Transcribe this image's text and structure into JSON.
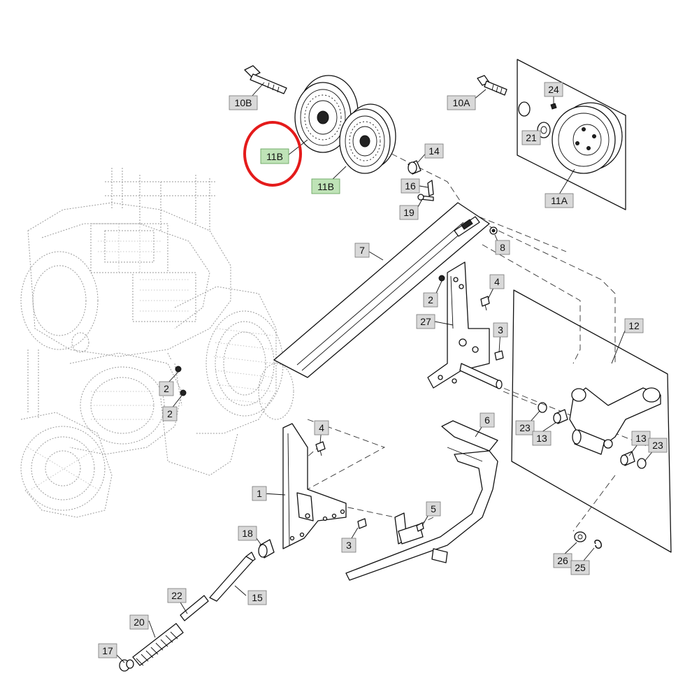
{
  "diagram": {
    "highlight_color": "#e41b1b",
    "label_fill": "#d9d9d9",
    "highlight_label_fill": "#bfe3b7",
    "callouts": [
      {
        "id": "10B",
        "text": "10B"
      },
      {
        "id": "11B-a",
        "text": "11B",
        "highlighted": true
      },
      {
        "id": "11B-b",
        "text": "11B",
        "highlighted": true
      },
      {
        "id": "10A",
        "text": "10A"
      },
      {
        "id": "24",
        "text": "24"
      },
      {
        "id": "21",
        "text": "21"
      },
      {
        "id": "11A",
        "text": "11A"
      },
      {
        "id": "14",
        "text": "14"
      },
      {
        "id": "16",
        "text": "16"
      },
      {
        "id": "19",
        "text": "19"
      },
      {
        "id": "7",
        "text": "7"
      },
      {
        "id": "8",
        "text": "8"
      },
      {
        "id": "4-a",
        "text": "4"
      },
      {
        "id": "2-a",
        "text": "2"
      },
      {
        "id": "27",
        "text": "27"
      },
      {
        "id": "3-a",
        "text": "3"
      },
      {
        "id": "12",
        "text": "12"
      },
      {
        "id": "2-b",
        "text": "2"
      },
      {
        "id": "2-c",
        "text": "2"
      },
      {
        "id": "4-b",
        "text": "4"
      },
      {
        "id": "6",
        "text": "6"
      },
      {
        "id": "23-a",
        "text": "23"
      },
      {
        "id": "13-a",
        "text": "13"
      },
      {
        "id": "13-b",
        "text": "13"
      },
      {
        "id": "23-b",
        "text": "23"
      },
      {
        "id": "1",
        "text": "1"
      },
      {
        "id": "5",
        "text": "5"
      },
      {
        "id": "18",
        "text": "18"
      },
      {
        "id": "3-b",
        "text": "3"
      },
      {
        "id": "26",
        "text": "26"
      },
      {
        "id": "25",
        "text": "25"
      },
      {
        "id": "22",
        "text": "22"
      },
      {
        "id": "15",
        "text": "15"
      },
      {
        "id": "20",
        "text": "20"
      },
      {
        "id": "17",
        "text": "17"
      }
    ]
  }
}
